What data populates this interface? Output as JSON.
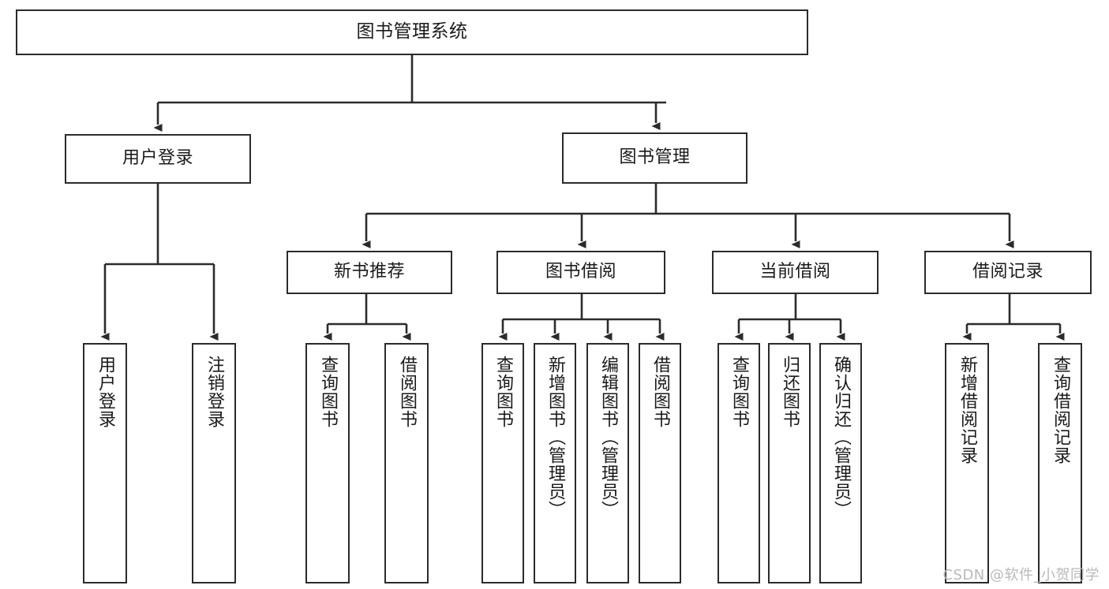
{
  "diagram": {
    "title": "图书管理系统",
    "watermark": "CSDN @软件_小贺同学",
    "edge_color": "#2b2b2b",
    "node_border_color": "#2b2b2b",
    "node_fill_color": "#ffffff",
    "text_color": "#1a1a1a",
    "watermark_color": "#b9b9b9"
  },
  "nodes": {
    "root": {
      "label": "图书管理系统"
    },
    "level1": [
      {
        "label": "用户登录"
      },
      {
        "label": "图书管理"
      }
    ],
    "level2": [
      {
        "label": "新书推荐"
      },
      {
        "label": "图书借阅"
      },
      {
        "label": "当前借阅"
      },
      {
        "label": "借阅记录"
      }
    ],
    "leaves": {
      "user_login": [
        {
          "label": "用户登录"
        },
        {
          "label": "注销登录"
        }
      ],
      "new_book": [
        {
          "label": "查询图书"
        },
        {
          "label": "借阅图书"
        }
      ],
      "book_borrow": [
        {
          "label": "查询图书"
        },
        {
          "label": "新增图书（管理员）"
        },
        {
          "label": "编辑图书（管理员）"
        },
        {
          "label": "借阅图书"
        }
      ],
      "current_borrow": [
        {
          "label": "查询图书"
        },
        {
          "label": "归还图书"
        },
        {
          "label": "确认归还（管理员）"
        }
      ],
      "borrow_record": [
        {
          "label": "新增借阅记录"
        },
        {
          "label": "查询借阅记录"
        }
      ]
    }
  },
  "chart_data": {
    "type": "diagram",
    "title": "图书管理系统",
    "hierarchy": [
      {
        "label": "图书管理系统",
        "children": [
          {
            "label": "用户登录",
            "children": [
              {
                "label": "用户登录"
              },
              {
                "label": "注销登录"
              }
            ]
          },
          {
            "label": "图书管理",
            "children": [
              {
                "label": "新书推荐",
                "children": [
                  {
                    "label": "查询图书"
                  },
                  {
                    "label": "借阅图书"
                  }
                ]
              },
              {
                "label": "图书借阅",
                "children": [
                  {
                    "label": "查询图书"
                  },
                  {
                    "label": "新增图书（管理员）"
                  },
                  {
                    "label": "编辑图书（管理员）"
                  },
                  {
                    "label": "借阅图书"
                  }
                ]
              },
              {
                "label": "当前借阅",
                "children": [
                  {
                    "label": "查询图书"
                  },
                  {
                    "label": "归还图书"
                  },
                  {
                    "label": "确认归还（管理员）"
                  }
                ]
              },
              {
                "label": "借阅记录",
                "children": [
                  {
                    "label": "新增借阅记录"
                  },
                  {
                    "label": "查询借阅记录"
                  }
                ]
              }
            ]
          }
        ]
      }
    ]
  }
}
